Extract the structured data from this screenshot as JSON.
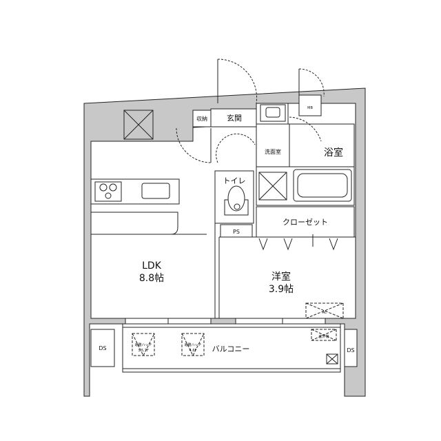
{
  "rooms": {
    "storage": "収納",
    "entrance": "玄関",
    "meter_box": "MB",
    "washroom": "洗面室",
    "bathroom": "浴室",
    "toilet": "トイレ",
    "pipe_space": "PS",
    "closet": "クローゼット",
    "ldk_name": "LDK",
    "ldk_size": "8.8帖",
    "western_name": "洋室",
    "western_size": "3.9帖",
    "aircon": "AC",
    "balcony": "バルコニー",
    "outdoor_unit": "室外機",
    "ds_left": "DS",
    "ds_right": "DS"
  },
  "hatches": [
    {
      "line1": "避難ハッチ",
      "line2": "3,5,7F"
    },
    {
      "line1": "避難ハッチ",
      "line2": "4,6F"
    }
  ],
  "colors": {
    "wall": "#c8c8c8",
    "line": "#222222",
    "background": "#ffffff"
  }
}
